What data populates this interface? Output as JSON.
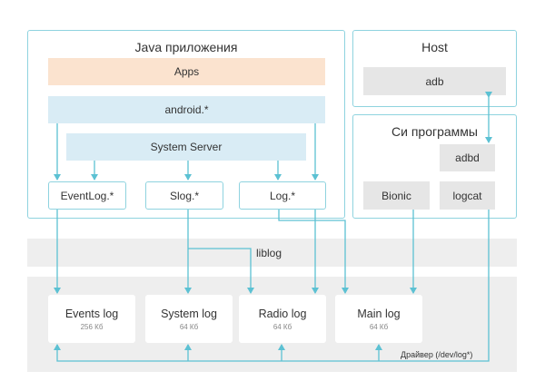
{
  "java": {
    "title": "Java приложения",
    "apps": "Apps",
    "android": "android.*",
    "system_server": "System Server",
    "modules": [
      "EventLog.*",
      "Slog.*",
      "Log.*"
    ]
  },
  "host": {
    "title": "Host",
    "adb": "adb"
  },
  "native": {
    "title": "Си программы",
    "adbd": "adbd",
    "bionic": "Bionic",
    "logcat": "logcat"
  },
  "liblog": "liblog",
  "logs": [
    {
      "name": "Events log",
      "size": "256 Кб"
    },
    {
      "name": "System log",
      "size": "64 Кб"
    },
    {
      "name": "Radio log",
      "size": "64 Кб"
    },
    {
      "name": "Main log",
      "size": "64 Кб"
    }
  ],
  "driver": "Драйвер (/dev/log*)",
  "colors": {
    "panel_border": "#8fd3df",
    "arrow": "#5cc1d3",
    "apps": "#fbe3cf",
    "android": "#d9ecf5",
    "gray": "#e6e6e6"
  }
}
